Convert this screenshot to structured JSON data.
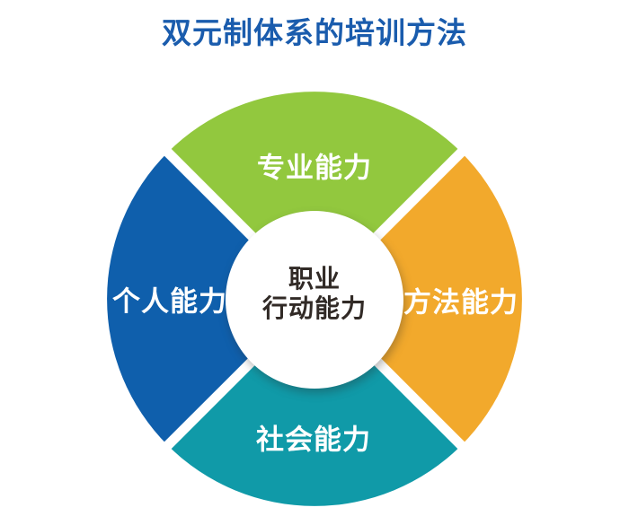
{
  "title": {
    "text": "双元制体系的培训方法",
    "color": "#1A5CAD"
  },
  "diagram": {
    "type": "ring-quadrants",
    "background_color": "#FFFFFF",
    "segment_label_color": "#FFFFFF",
    "center_label": {
      "line1": "职业",
      "line2": "行动能力",
      "color": "#312A26"
    },
    "segments": [
      {
        "position": "top",
        "label": "专业能力",
        "color": "#92C83E"
      },
      {
        "position": "right",
        "label": "方法能力",
        "color": "#F2A92C"
      },
      {
        "position": "bottom",
        "label": "社会能力",
        "color": "#109AA8"
      },
      {
        "position": "left",
        "label": "个人能力",
        "color": "#0F5FAC"
      }
    ]
  }
}
